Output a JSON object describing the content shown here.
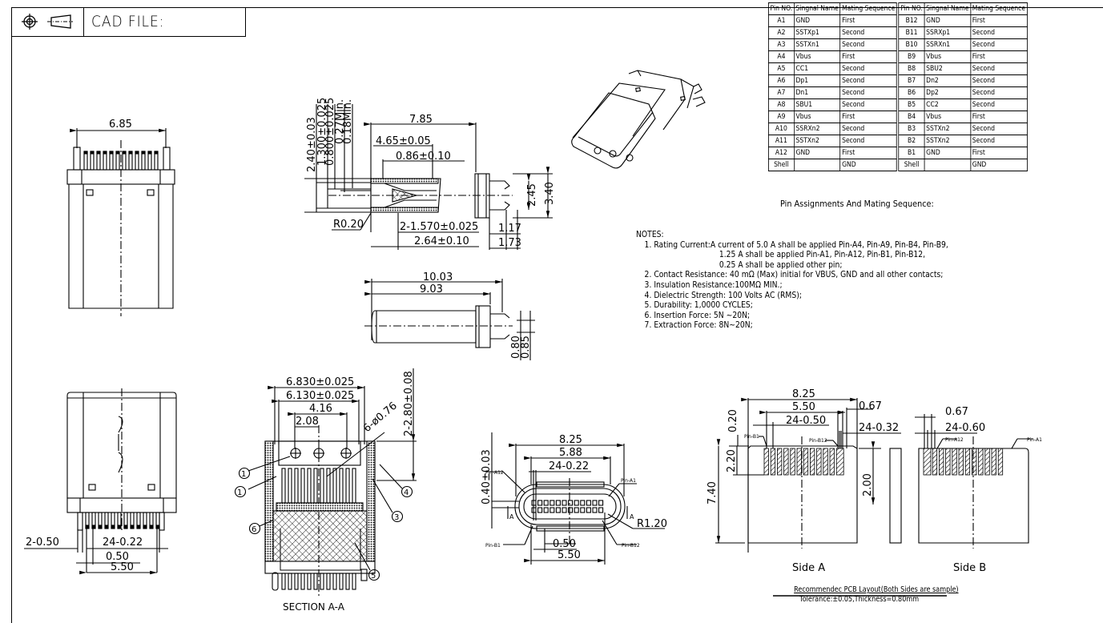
{
  "title_block": {
    "icons": [
      "crosshair-target-icon",
      "third-angle-projection-icon"
    ],
    "label": "CAD FILE:"
  },
  "pin_table": {
    "headers": [
      "Pin NO.",
      "Singnal Name",
      "Mating Sequence",
      "Pin NO.",
      "Singnal Name",
      "Mating Sequence"
    ],
    "rows": [
      [
        "A1",
        "GND",
        "First",
        "B12",
        "GND",
        "First"
      ],
      [
        "A2",
        "SSTXp1",
        "Second",
        "B11",
        "SSRXp1",
        "Second"
      ],
      [
        "A3",
        "SSTXn1",
        "Second",
        "B10",
        "SSRXn1",
        "Second"
      ],
      [
        "A4",
        "Vbus",
        "First",
        "B9",
        "Vbus",
        "First"
      ],
      [
        "A5",
        "CC1",
        "Second",
        "B8",
        "SBU2",
        "Second"
      ],
      [
        "A6",
        "Dp1",
        "Second",
        "B7",
        "Dn2",
        "Second"
      ],
      [
        "A7",
        "Dn1",
        "Second",
        "B6",
        "Dp2",
        "Second"
      ],
      [
        "A8",
        "SBU1",
        "Second",
        "B5",
        "CC2",
        "Second"
      ],
      [
        "A9",
        "Vbus",
        "First",
        "B4",
        "Vbus",
        "First"
      ],
      [
        "A10",
        "SSRXn2",
        "Second",
        "B3",
        "SSTXn2",
        "Second"
      ],
      [
        "A11",
        "SSTXn2",
        "Second",
        "B2",
        "SSTXn2",
        "Second"
      ],
      [
        "A12",
        "GND",
        "First",
        "B1",
        "GND",
        "First"
      ],
      [
        "Shell",
        "",
        "GND",
        "Shell",
        "",
        "GND"
      ]
    ],
    "caption": "Pin Assignments And Mating Sequence:"
  },
  "notes": {
    "title": "NOTES:",
    "items": [
      "1. Rating Current:A current of 5.0 A shall be applied Pin-A4, Pin-A9, Pin-B4, Pin-B9,",
      "1.25 A shall be applied Pin-A1, Pin-A12, Pin-B1, Pin-B12,",
      "0.25 A shall be applied other pin;",
      "2. Contact Resistance: 40 mΩ (Max) initial for VBUS, GND and all other contacts;",
      "3. Insulation Resistance:100MΩ MIN.;",
      "4. Dielectric Strength: 100 Volts AC (RMS);",
      "5. Durability: 1,0000 CYCLES;",
      "6. Insertion Force: 5N ~20N;",
      "7. Extraction Force: 8N~20N;"
    ]
  },
  "views": {
    "top_view": {
      "width_dim": "6.85"
    },
    "side_section": {
      "dims_vertical": [
        "2.40±0.03",
        "1.300±0.025",
        "0.800±0.025",
        "0.27Min.",
        "0.18Min."
      ],
      "dim_overall": "7.85",
      "dim_a": "4.65±0.05",
      "dim_b": "0.86±0.10",
      "radius": "R0.20",
      "dim_c": "2-1.570±0.025",
      "dim_d": "2.64±0.10",
      "dim_e": "1.17",
      "dim_f": "1.73",
      "dim_g": "2.45",
      "dim_h": "3.40"
    },
    "side_view": {
      "dim_overall": "10.03",
      "dim_body": "9.03",
      "dim_p1": "0.80",
      "dim_p2": "0.85"
    },
    "bottom_view": {
      "dim_tabs": "2-0.50",
      "dim_pins": "24-0.22",
      "dim_pitch": "0.50",
      "dim_span": "5.50"
    },
    "section_aa": {
      "dims": [
        "6.830±0.025",
        "6.130±0.025",
        "4.16",
        "2.08",
        "6-ø0.76",
        "2-2.80±0.08"
      ],
      "callouts": [
        "1",
        "1",
        "6",
        "4",
        "3",
        "5"
      ],
      "label": "SECTION A-A"
    },
    "front_view": {
      "dim_overall": "8.25",
      "dim_inner": "5.88",
      "dim_pins": "24-0.22",
      "dim_thk": "0.40±0.03",
      "radius": "R1.20",
      "dim_pitch": "0.50",
      "dim_span": "5.50",
      "pin_labels": [
        "Pin-A12",
        "Pin-A1",
        "Pin-B1",
        "Pin-B12"
      ],
      "section_marks": [
        "A",
        "A"
      ]
    },
    "pcb_layout": {
      "side_a": {
        "dims": [
          "8.25",
          "5.50",
          "0.67",
          "24-0.50",
          "24-0.32",
          "0.20",
          "2.20",
          "7.40",
          "2.00"
        ],
        "pin_labels": [
          "Pin-B1",
          "Pin-B12"
        ],
        "label": "Side A"
      },
      "side_b": {
        "dims": [
          "0.67",
          "24-0.60"
        ],
        "pin_labels": [
          "Pin-A12",
          "Pin-A1"
        ],
        "label": "Side B"
      },
      "caption": "Recommendec PCB Layout(Both Sides are sample)",
      "tolerance": "Tolerance:±0.05,Thickness=0.80mm"
    }
  }
}
